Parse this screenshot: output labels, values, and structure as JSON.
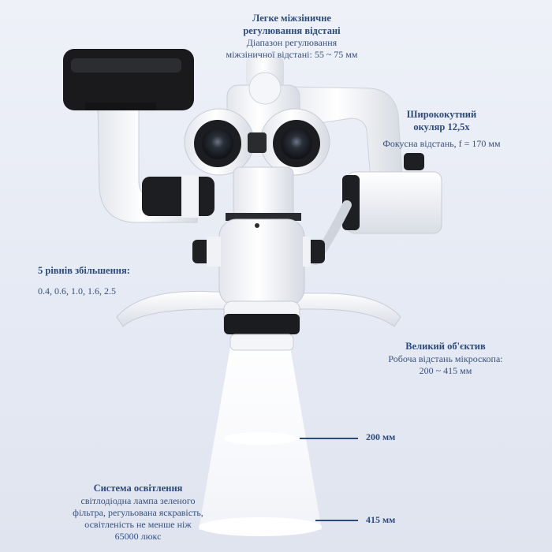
{
  "ipd": {
    "title_line1": "Легке міжзіничне",
    "title_line2": "регулювання відстані",
    "desc_line1": "Діапазон регулювання",
    "desc_line2": "міжзіничної відстані: 55 ~ 75 мм"
  },
  "eyepiece": {
    "title_line1": "Ширококутний",
    "title_line2": "окуляр 12,5x",
    "desc": "Фокусна відстань, f = 170 мм"
  },
  "magnification": {
    "title": "5 рівнів збільшення:",
    "values": "0.4, 0.6, 1.0, 1.6, 2.5"
  },
  "objective": {
    "title": "Великий об'єктив",
    "desc_line1": "Робоча відстань мікроскопа:",
    "desc_line2": "200 ~ 415 мм"
  },
  "lighting": {
    "title": "Система освітлення",
    "desc_line1": "світлодіодна лампа зеленого",
    "desc_line2": "фільтра, регульована яскравість,",
    "desc_line3": "освітленість не менше ніж",
    "desc_line4": "65000 люкс"
  },
  "distance_marks": {
    "near": "200 мм",
    "far": "415 мм"
  },
  "colors": {
    "text": "#2c4a7c",
    "body": "#f7f8fb",
    "dark": "#1c1c1e"
  }
}
